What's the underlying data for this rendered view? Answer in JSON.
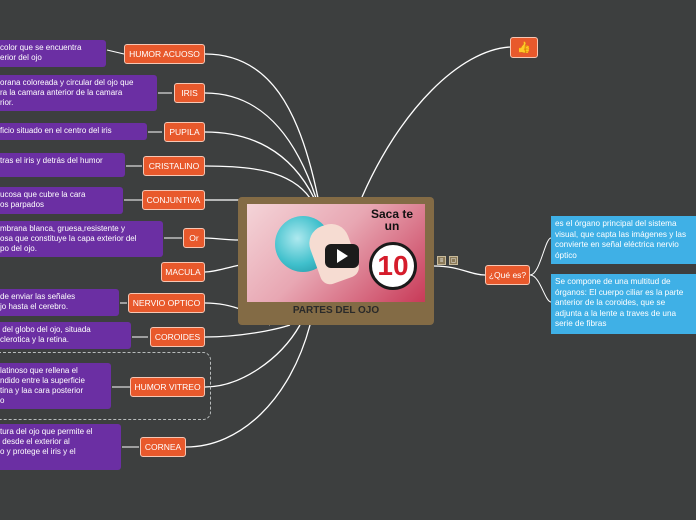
{
  "central": {
    "title": "PARTES DEL OJO",
    "video": {
      "caption_line1": "Saca te",
      "caption_line2": "un",
      "number": "10"
    }
  },
  "nodes": [
    {
      "key": "humor_acuoso",
      "label": "HUMOR ACUOSO",
      "desc": "color que se encuentra\nerior del ojo"
    },
    {
      "key": "iris",
      "label": "IRIS",
      "desc": "orana coloreada y circular del ojo que\nra la camara anterior de la camara\nrior."
    },
    {
      "key": "pupila",
      "label": "PUPILA",
      "desc": "ficio situado en el centro del iris"
    },
    {
      "key": "cristalino",
      "label": "CRISTALINO",
      "desc": "tras el iris y detrás del humor"
    },
    {
      "key": "conjuntiva",
      "label": "CONJUNTIVA",
      "desc": "ucosa que cubre la cara\nos parpados"
    },
    {
      "key": "or",
      "label": "Or",
      "desc": "mbrana blanca, gruesa,resistente y\nosa que constituye la capa exterior del\npo del ojo."
    },
    {
      "key": "macula",
      "label": "MACULA",
      "desc": ""
    },
    {
      "key": "nervio_optico",
      "label": "NERVIO OPTICO",
      "desc": "de enviar las señales\njo hasta el cerebro."
    },
    {
      "key": "coroides",
      "label": "COROIDES",
      "desc": " del globo del ojo, situada\nclerotica y la retina."
    },
    {
      "key": "humor_vitreo",
      "label": "HUMOR VITREO",
      "desc": "latinoso que rellena el\nndido entre la superficie\ntina y laa cara posterior\no"
    },
    {
      "key": "cornea",
      "label": "CORNEA",
      "desc": "tura del ojo que permite el\n desde el exterior al\no y protege el iris y el"
    }
  ],
  "right": {
    "que_es": "¿Qué es?",
    "blue1": "es el órgano principal del sistema visual, que capta las imágenes y las convierte en señal eléctrica nervio óptico",
    "blue2": "Se compone de una multitud de órganos: El cuerpo ciliar es la parte anterior de la coroides, que se adjunta a la lente a traves de una serie de fibras",
    "thumb_icon": "thumbs-up-icon"
  },
  "colors": {
    "background": "#3d3f3f",
    "topic": "#e8592c",
    "description": "#6b2fa3",
    "info": "#3fb0e6",
    "central_frame": "#836b45"
  }
}
